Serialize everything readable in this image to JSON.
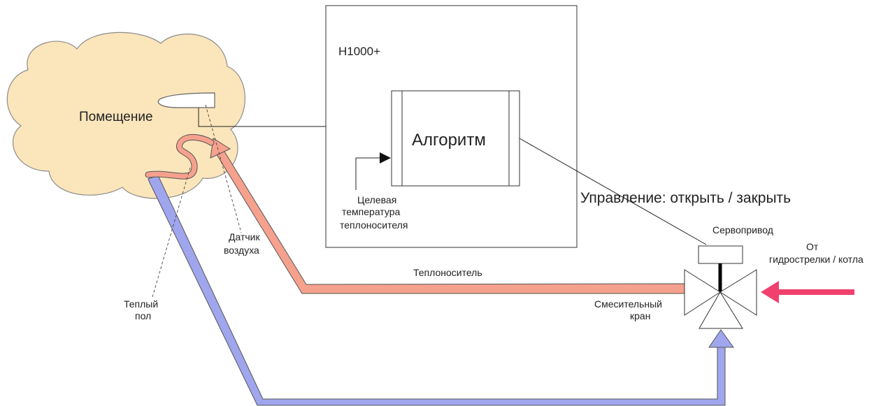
{
  "labels": {
    "room": "Помещение",
    "controller": "H1000+",
    "algorithm": "Алгоритм",
    "target_line1": "Целевая",
    "target_line2": "температура",
    "target_line3": "теплоносителя",
    "control": "Управление: открыть / закрыть",
    "servo": "Сервопривод",
    "source_line1": "От",
    "source_line2": "гидрострелки / котла",
    "coolant": "Теплоноситель",
    "valve_line1": "Смесительный",
    "valve_line2": "кран",
    "sensor_line1": "Датчик",
    "sensor_line2": "воздуха",
    "floor_line1": "Теплый",
    "floor_line2": "пол"
  },
  "colors": {
    "room_fill": "#fbe5bb",
    "supply_pipe": "#f6a18d",
    "return_pipe": "#9fa6ee",
    "source_arrow": "#f0406e"
  }
}
